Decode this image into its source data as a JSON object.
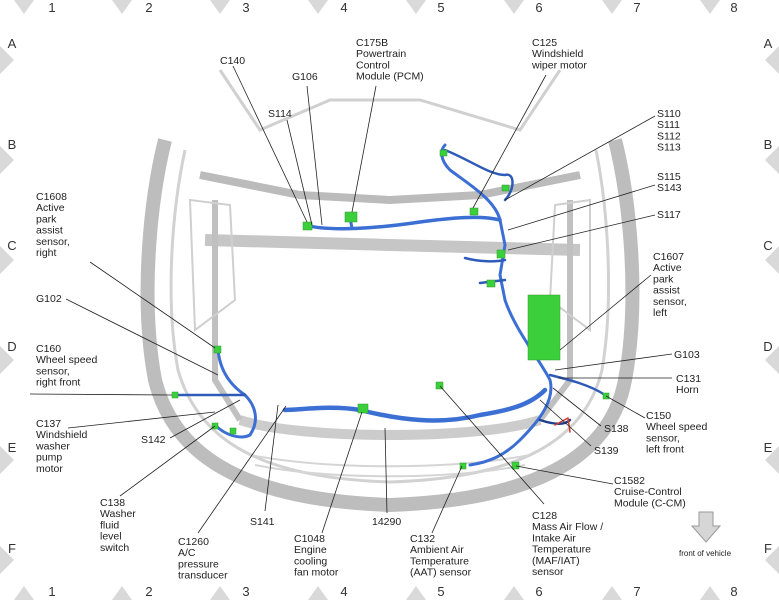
{
  "grid": {
    "columns": [
      "1",
      "2",
      "3",
      "4",
      "5",
      "6",
      "7",
      "8"
    ],
    "rows": [
      "A",
      "B",
      "C",
      "D",
      "E",
      "F"
    ]
  },
  "labels": [
    {
      "id": "c140",
      "lines": [
        "C140"
      ]
    },
    {
      "id": "g106",
      "lines": [
        "G106"
      ]
    },
    {
      "id": "s114",
      "lines": [
        "S114"
      ]
    },
    {
      "id": "c175b",
      "lines": [
        "C175B",
        "Powertrain",
        "Control",
        "Module (PCM)"
      ]
    },
    {
      "id": "c125",
      "lines": [
        "C125",
        "Windshield",
        "wiper motor"
      ]
    },
    {
      "id": "s110",
      "lines": [
        "S110",
        "S111",
        "S112",
        "S113"
      ]
    },
    {
      "id": "s115",
      "lines": [
        "S115",
        "S143"
      ]
    },
    {
      "id": "s117",
      "lines": [
        "S117"
      ]
    },
    {
      "id": "c1608",
      "lines": [
        "C1608",
        "Active",
        "park",
        "assist",
        "sensor,",
        "right"
      ]
    },
    {
      "id": "c1607",
      "lines": [
        "C1607",
        "Active",
        "park",
        "assist",
        "sensor,",
        "left"
      ]
    },
    {
      "id": "g102",
      "lines": [
        "G102"
      ]
    },
    {
      "id": "c160",
      "lines": [
        "C160",
        "Wheel speed",
        "sensor,",
        "right front"
      ]
    },
    {
      "id": "g103",
      "lines": [
        "G103"
      ]
    },
    {
      "id": "c131",
      "lines": [
        "C131",
        "Horn"
      ]
    },
    {
      "id": "c137",
      "lines": [
        "C137",
        "Windshield",
        "washer",
        "pump",
        "motor"
      ]
    },
    {
      "id": "c150",
      "lines": [
        "C150",
        "Wheel speed",
        "sensor,",
        "left front"
      ]
    },
    {
      "id": "s142",
      "lines": [
        "S142"
      ]
    },
    {
      "id": "s138",
      "lines": [
        "S138"
      ]
    },
    {
      "id": "s139",
      "lines": [
        "S139"
      ]
    },
    {
      "id": "c1582",
      "lines": [
        "C1582",
        "Cruise-Control",
        "Module (C-CM)"
      ]
    },
    {
      "id": "c138",
      "lines": [
        "C138",
        "Washer",
        "fluid",
        "level",
        "switch"
      ]
    },
    {
      "id": "c1260",
      "lines": [
        "C1260",
        "A/C",
        "pressure",
        "transducer"
      ]
    },
    {
      "id": "s141",
      "lines": [
        "S141"
      ]
    },
    {
      "id": "c1048",
      "lines": [
        "C1048",
        "Engine",
        "cooling",
        "fan motor"
      ]
    },
    {
      "id": "n14290",
      "lines": [
        "14290"
      ]
    },
    {
      "id": "c132",
      "lines": [
        "C132",
        "Ambient Air",
        "Temperature",
        "(AAT) sensor"
      ]
    },
    {
      "id": "c128",
      "lines": [
        "C128",
        "Mass Air Flow /",
        "Intake Air",
        "Temperature",
        "(MAF/IAT)",
        "sensor"
      ]
    }
  ],
  "front_of_vehicle": "front of vehicle",
  "colors": {
    "harness": "#3b6fd4",
    "harness_dark": "#1f3f8f",
    "connector": "#3ccf3c",
    "chassis": "#c8c8c8",
    "bumper": "#bdbdbd"
  }
}
